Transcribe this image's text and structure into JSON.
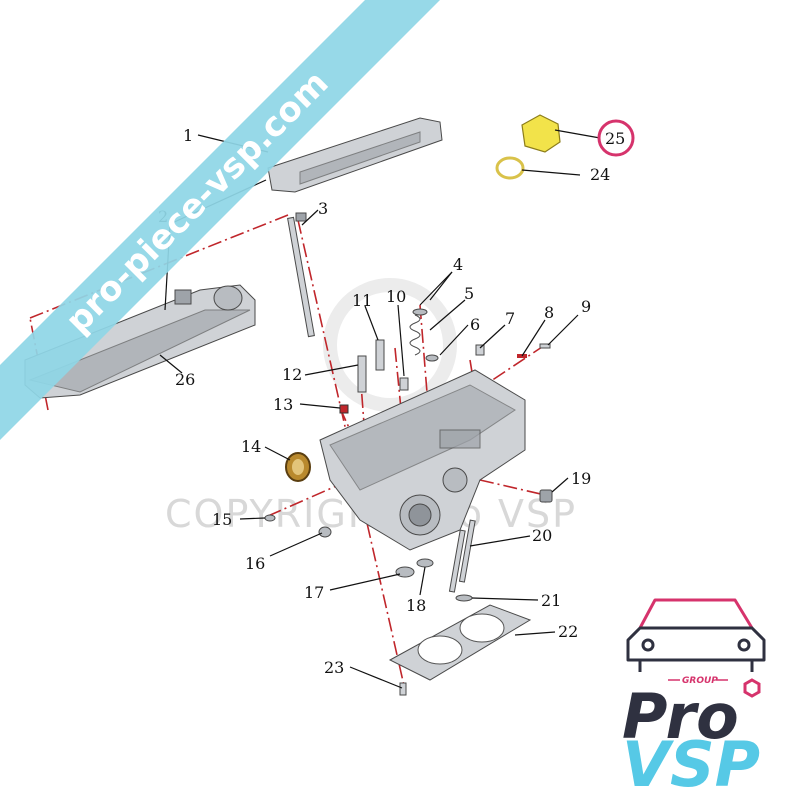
{
  "watermark": {
    "banner_text": "pro-piece-vsp.com",
    "banner_color": "#8fd6e6",
    "copyright_text": "COPYRIGHT Pro VSP"
  },
  "callouts": [
    "1",
    "2",
    "3",
    "4",
    "5",
    "6",
    "7",
    "8",
    "9",
    "10",
    "11",
    "12",
    "13",
    "14",
    "15",
    "16",
    "17",
    "18",
    "19",
    "20",
    "21",
    "22",
    "23",
    "24",
    "25",
    "26"
  ],
  "highlight": {
    "callout": "25",
    "ring_color": "#d6336c"
  },
  "logo": {
    "group_text": "GROUP",
    "pro_text": "Pro",
    "vsp_text": "VSP",
    "colors": {
      "dark": "#2f3140",
      "accent": "#56c9e6",
      "pink": "#d6336c"
    }
  },
  "colors": {
    "leader": "#111111",
    "centerline": "#c0262b",
    "part": "#cfd2d6",
    "oil_cap": "#f2e34a",
    "gasket": "#d9c24a"
  }
}
